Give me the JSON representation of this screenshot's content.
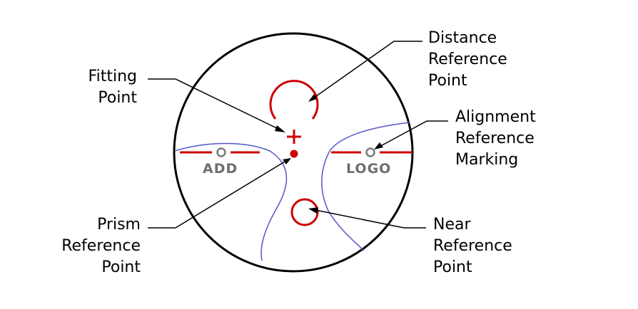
{
  "labels": {
    "fitting_point": [
      "Fitting",
      "Point"
    ],
    "distance_reference_point": [
      "Distance",
      "Reference",
      "Point"
    ],
    "alignment_reference_marking": [
      "Alignment",
      "Reference",
      "Marking"
    ],
    "prism_reference_point": [
      "Prism",
      "Reference",
      "Point"
    ],
    "near_reference_point": [
      "Near",
      "Reference",
      "Point"
    ]
  },
  "engravings": {
    "add": "ADD",
    "logo": "LOGO"
  },
  "colors": {
    "outline": "#000000",
    "marking": "#cc0000",
    "corridor": "#5555cc",
    "engraving": "#6e6e6e"
  }
}
